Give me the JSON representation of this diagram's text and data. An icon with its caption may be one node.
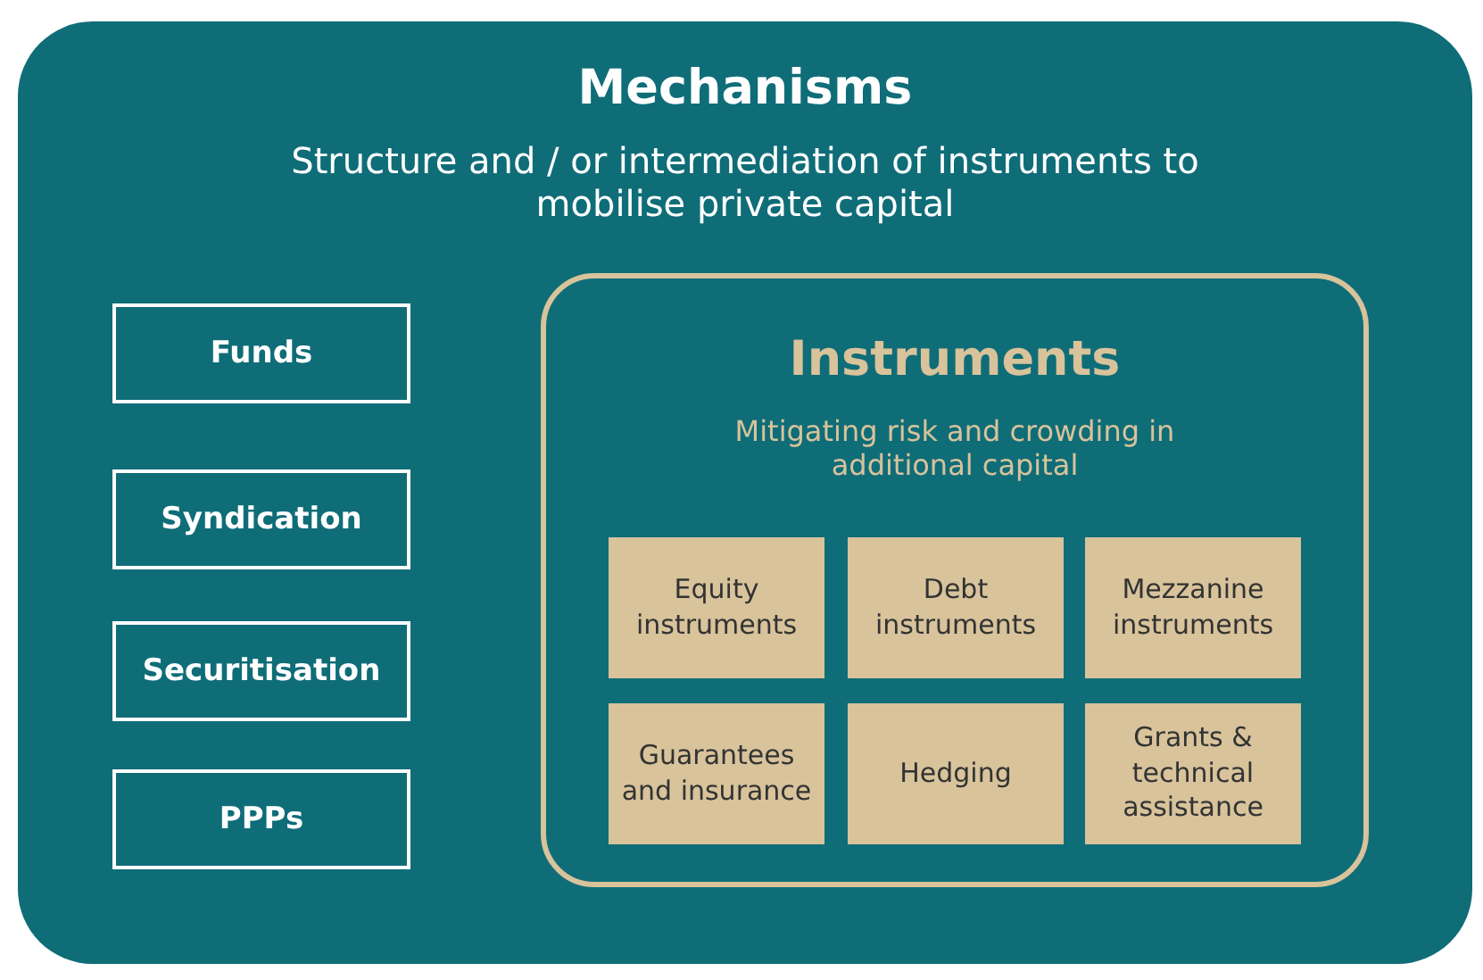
{
  "diagram": {
    "nodes": [
      {
        "text": [
          "Mechanisms",
          "Structure and / or intermediation of instruments to mobilise private capital"
        ]
      },
      {
        "text": [
          "Funds"
        ],
        "in": 0
      },
      {
        "text": [
          "Syndication"
        ],
        "in": 0
      },
      {
        "text": [
          "Securitisation"
        ],
        "in": 0
      },
      {
        "text": [
          "PPPs"
        ],
        "in": 0
      },
      {
        "text": [
          "Instruments",
          "Mitigating risk and crowding in additional capital"
        ],
        "in": 0
      },
      {
        "text": [
          "Equity instruments"
        ],
        "in": 5
      },
      {
        "text": [
          "Debt instruments"
        ],
        "in": 5
      },
      {
        "text": [
          "Mezzanine instruments"
        ],
        "in": 5
      },
      {
        "text": [
          "Guarantees and insurance"
        ],
        "in": 5
      },
      {
        "text": [
          "Hedging"
        ],
        "in": 5
      },
      {
        "text": [
          "Grants & technical assistance"
        ],
        "in": 5
      }
    ]
  }
}
